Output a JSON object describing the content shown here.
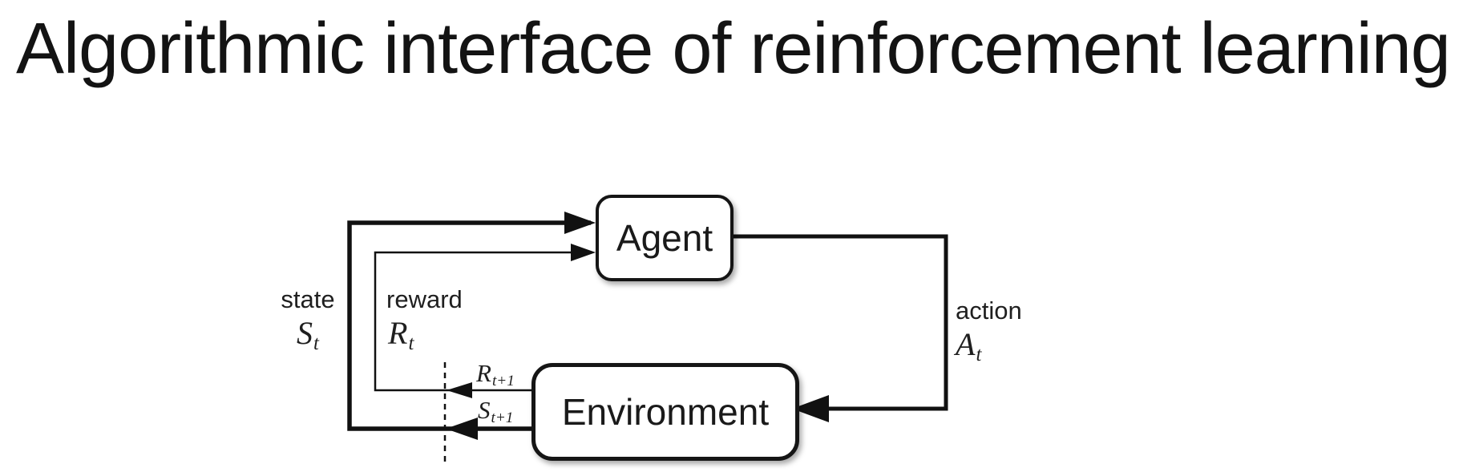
{
  "title": "Algorithmic interface of reinforcement learning",
  "diagram": {
    "agent_label": "Agent",
    "environment_label": "Environment",
    "state": {
      "label": "state",
      "symbol": {
        "base": "S",
        "sub": "t"
      }
    },
    "reward": {
      "label": "reward",
      "symbol": {
        "base": "R",
        "sub": "t"
      }
    },
    "action": {
      "label": "action",
      "symbol": {
        "base": "A",
        "sub": "t"
      }
    },
    "next_reward_symbol": {
      "base": "R",
      "sub": "t+1"
    },
    "next_state_symbol": {
      "base": "S",
      "sub": "t+1"
    },
    "colors": {
      "ink": "#111111",
      "box_fill": "#ffffff",
      "background": "#ffffff"
    }
  }
}
